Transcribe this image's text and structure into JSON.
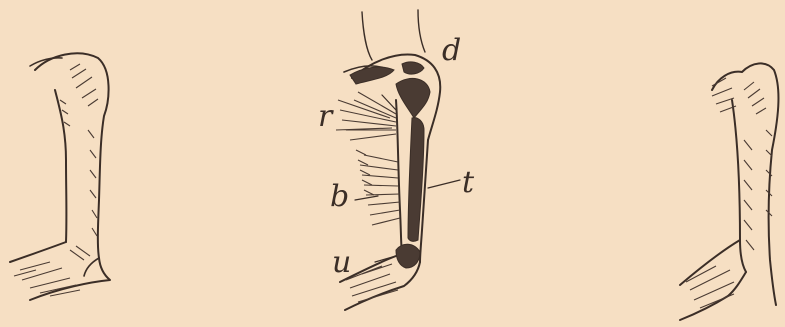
{
  "plate": {
    "background": "#f6dfc3",
    "ink_color": "#3b2e27",
    "labels": {
      "d": "d",
      "r": "r",
      "t": "t",
      "b": "b",
      "u": "u"
    }
  }
}
